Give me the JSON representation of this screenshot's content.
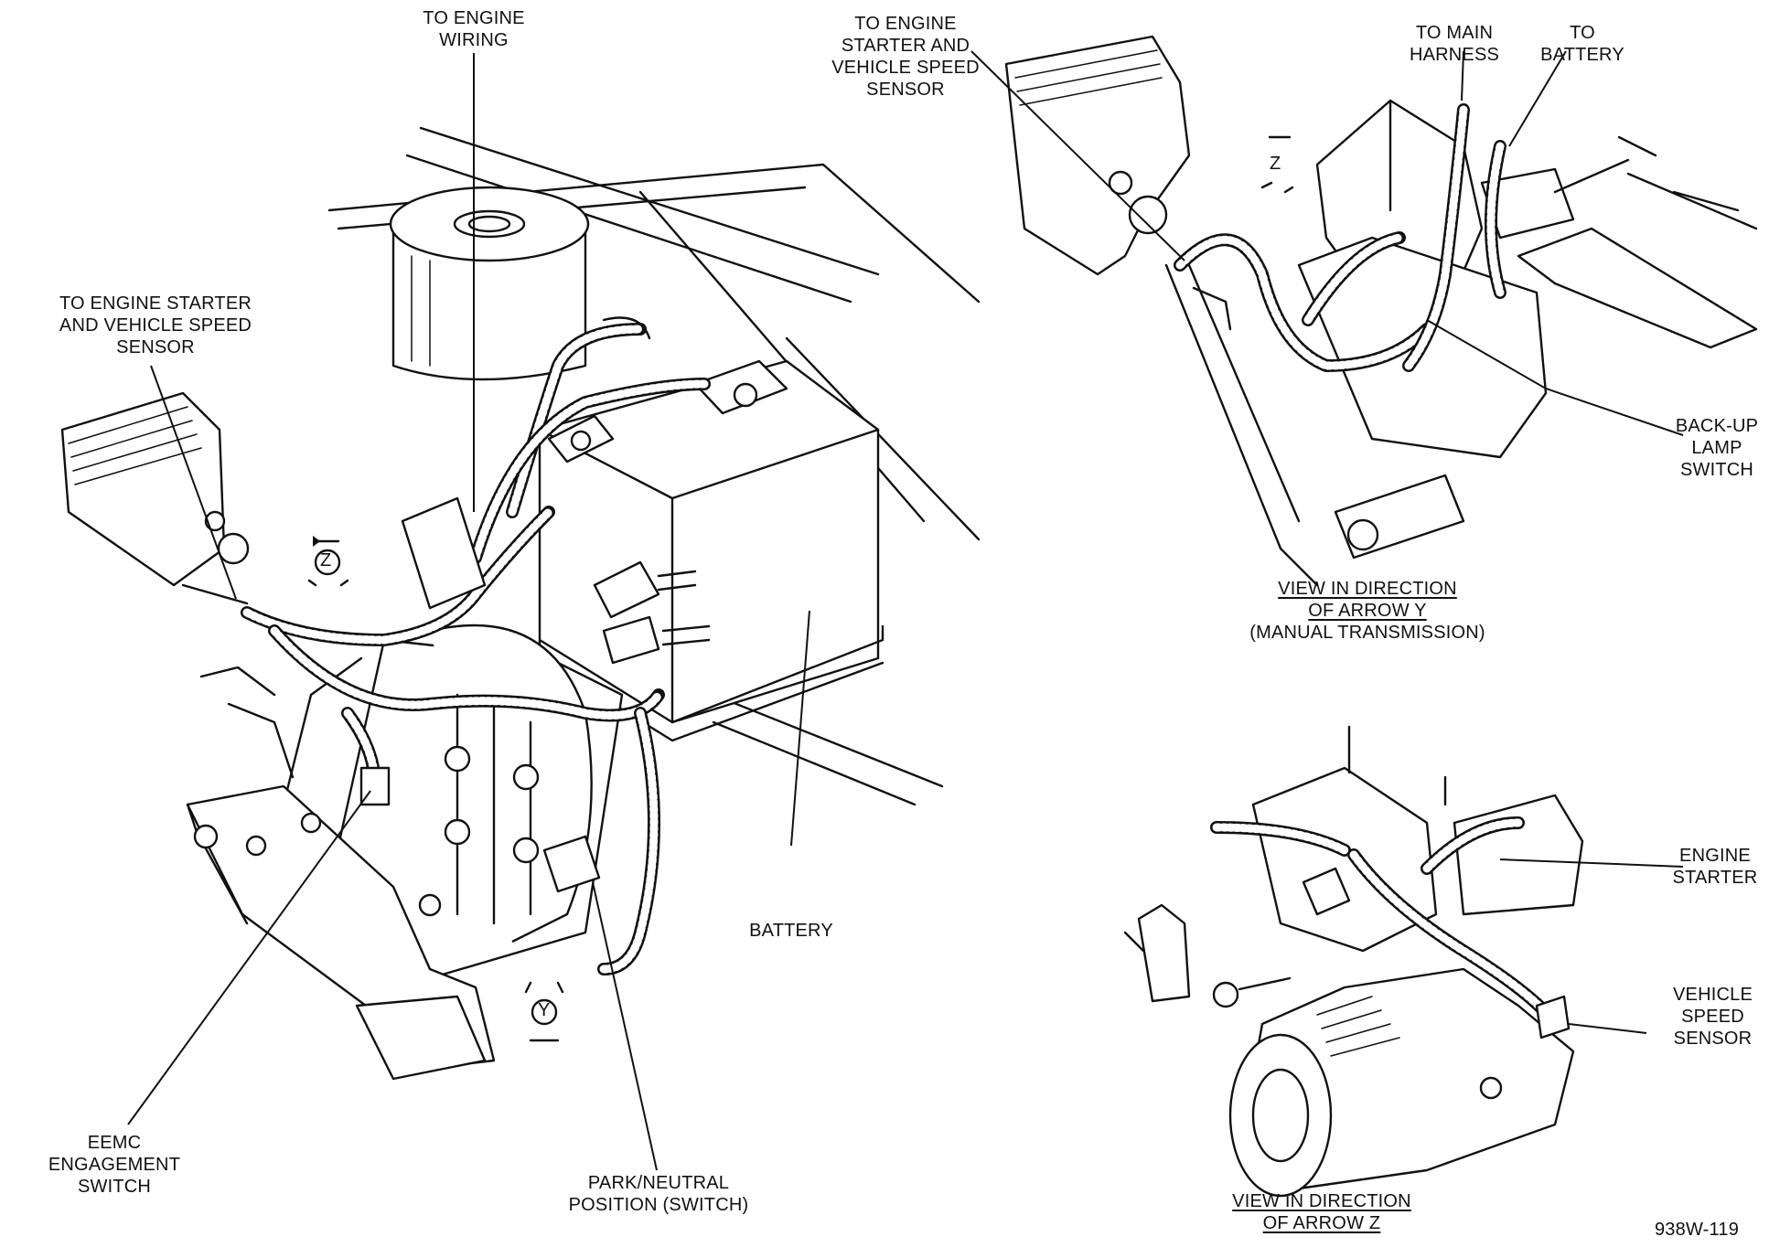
{
  "labels": {
    "to_engine_wiring": [
      "TO ENGINE",
      "WIRING"
    ],
    "to_engine_starter_main": [
      "TO ENGINE STARTER",
      "AND VEHICLE SPEED",
      "SENSOR"
    ],
    "battery": "BATTERY",
    "eemc_switch": [
      "EEMC",
      "ENGAGEMENT",
      "SWITCH"
    ],
    "park_neutral": [
      "PARK/NEUTRAL",
      "POSITION (SWITCH)"
    ],
    "to_engine_starter_inset": [
      "TO ENGINE",
      "STARTER AND",
      "VEHICLE SPEED",
      "SENSOR"
    ],
    "to_main_harness": [
      "TO MAIN",
      "HARNESS"
    ],
    "to_battery": [
      "TO",
      "BATTERY"
    ],
    "backup_lamp_switch": [
      "BACK-UP",
      "LAMP",
      "SWITCH"
    ],
    "engine_starter": [
      "ENGINE",
      "STARTER"
    ],
    "vehicle_speed_sensor": [
      "VEHICLE",
      "SPEED",
      "SENSOR"
    ]
  },
  "captions": {
    "view_y": [
      "VIEW IN DIRECTION",
      "OF ARROW Y",
      "(MANUAL TRANSMISSION)"
    ],
    "view_z": [
      "VIEW IN DIRECTION",
      "OF ARROW Z"
    ]
  },
  "callouts": {
    "arrow_z": "Z",
    "arrow_y": "Y"
  },
  "figure_id": "938W-119"
}
